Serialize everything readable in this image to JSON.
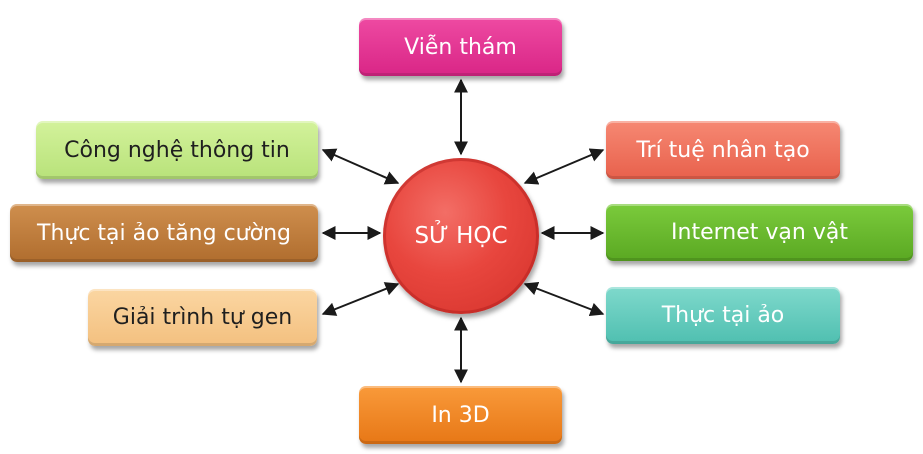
{
  "center": {
    "label": "SỬ HỌC",
    "color": "#e8463e"
  },
  "fields": [
    {
      "label": "Viễn thám",
      "color": "#e23592"
    },
    {
      "label": "Công nghệ thông tin",
      "color": "#c7ea8b"
    },
    {
      "label": "Thực tại ảo tăng cường",
      "color": "#c07e3d"
    },
    {
      "label": "Giải trình tự gen",
      "color": "#f8cc91"
    },
    {
      "label": "Trí tuệ nhân tạo",
      "color": "#ef735e"
    },
    {
      "label": "Internet vạn vật",
      "color": "#69b92e"
    },
    {
      "label": "Thực tại ảo",
      "color": "#66ccbf"
    },
    {
      "label": "In 3D",
      "color": "#f08826"
    }
  ]
}
